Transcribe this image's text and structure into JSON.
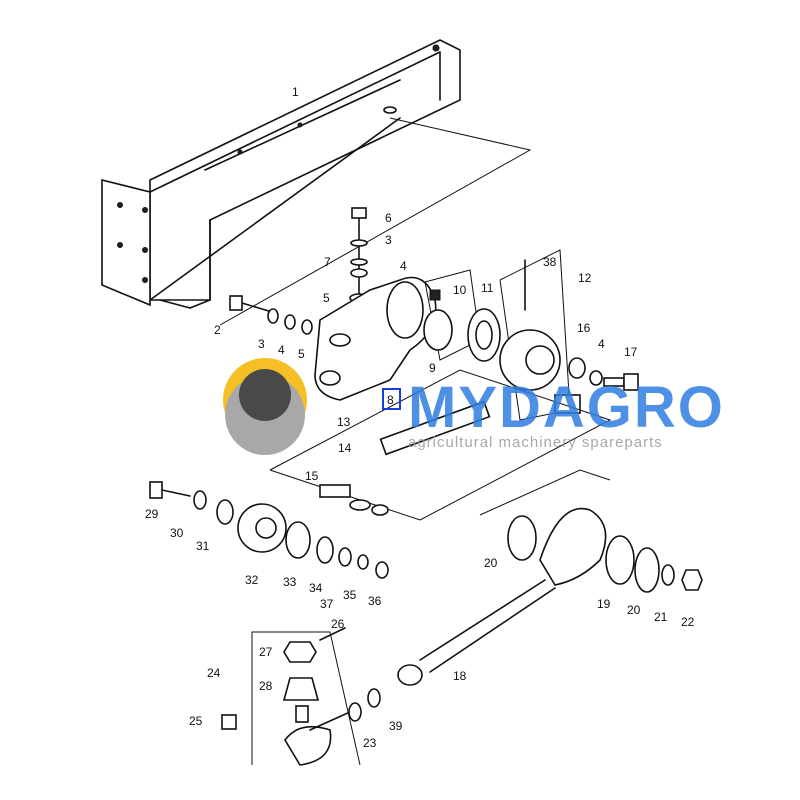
{
  "diagram": {
    "callouts": [
      "1",
      "6",
      "3",
      "7",
      "4",
      "5",
      "2",
      "3",
      "4",
      "5",
      "10",
      "11",
      "9",
      "38",
      "12",
      "16",
      "4",
      "17",
      "8",
      "13",
      "14",
      "15",
      "29",
      "30",
      "31",
      "32",
      "33",
      "34",
      "37",
      "35",
      "36",
      "20",
      "19",
      "20",
      "21",
      "22",
      "26",
      "27",
      "24",
      "28",
      "18",
      "25",
      "23",
      "39"
    ],
    "highlighted_callout": "8"
  },
  "watermark": {
    "brand": "MYDAGRO",
    "tagline": "agricultural machinery spareparts",
    "colors": {
      "blue": "#2f7de1",
      "grey": "#9a9a9a",
      "sun": "#f5b400"
    }
  }
}
